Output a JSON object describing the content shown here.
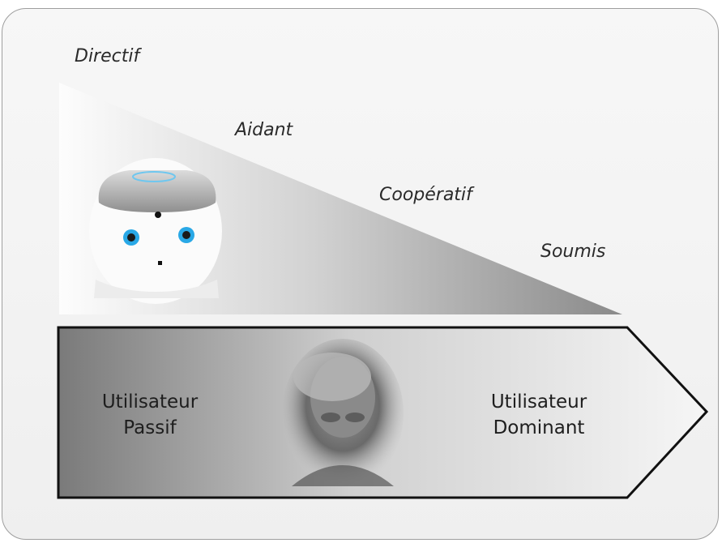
{
  "robot_behaviors": [
    "Directif",
    "Aidant",
    "Coopératif",
    "Soumis"
  ],
  "user_left": {
    "line1": "Utilisateur",
    "line2": "Passif"
  },
  "user_right": {
    "line1": "Utilisateur",
    "line2": "Dominant"
  },
  "colors": {
    "triangle_dark": "#8a8a8a",
    "triangle_light": "#fafafa",
    "arrow_dark": "#7a7a7a",
    "arrow_light": "#f4f4f4",
    "outline": "#111111",
    "robot_eye": "#29a8e6"
  }
}
